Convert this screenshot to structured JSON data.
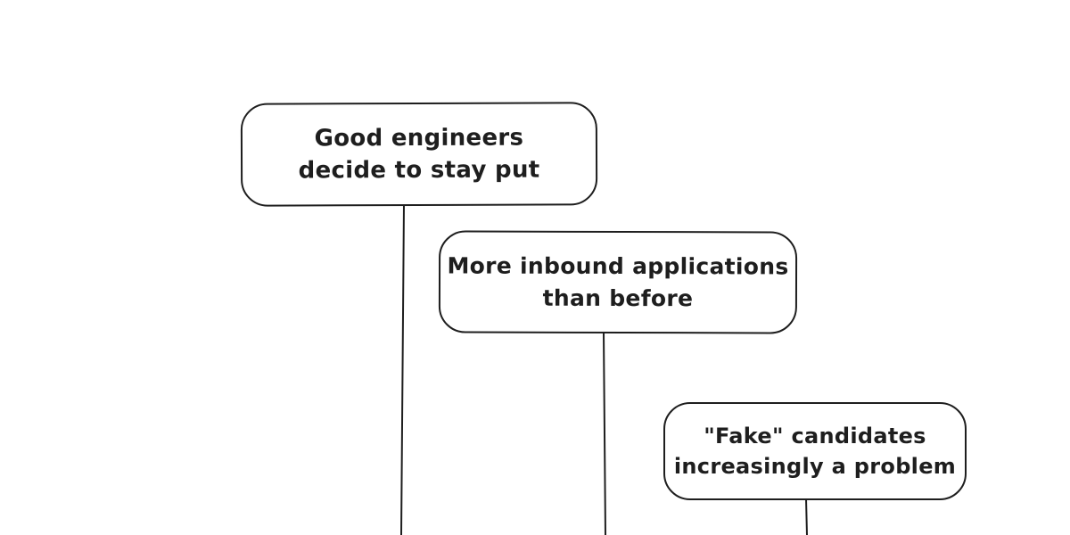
{
  "canvas": {
    "background_color": "#ffffff",
    "stroke_color": "#1e1e1e",
    "text_color": "#1e1e1e"
  },
  "diagram": {
    "style": "hand-drawn-callouts",
    "boxes": [
      {
        "id": "good-engineers",
        "line1": "Good engineers",
        "line2": "decide to stay put"
      },
      {
        "id": "inbound-applications",
        "line1": "More inbound applications",
        "line2": "than before"
      },
      {
        "id": "fake-candidates",
        "line1": "\"Fake\" candidates",
        "line2": "increasingly a problem"
      }
    ]
  }
}
